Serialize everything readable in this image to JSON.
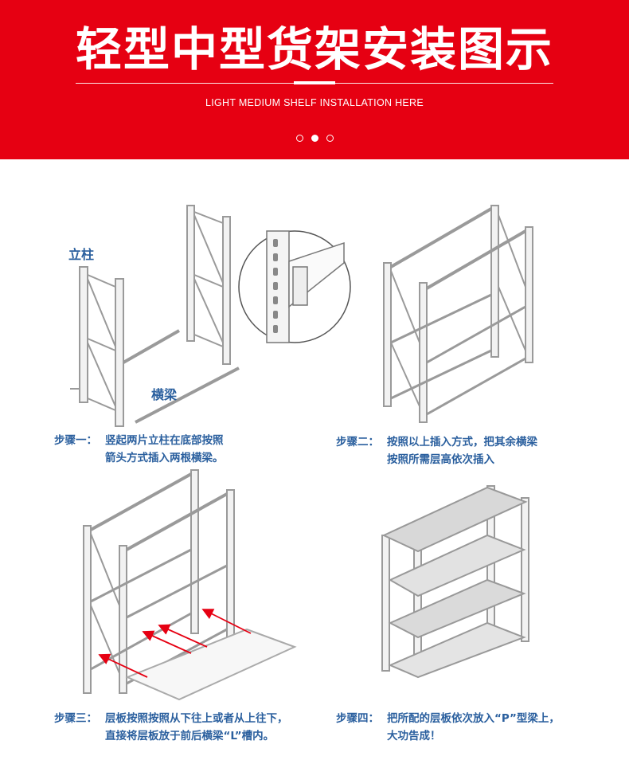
{
  "header": {
    "title": "轻型中型货架安装图示",
    "subtitle": "LIGHT MEDIUM SHELF INSTALLATION HERE",
    "accent_color": "#e60012"
  },
  "labels": {
    "column": "立柱",
    "beam": "横梁"
  },
  "steps": [
    {
      "head": "步骤一：",
      "line1": "竖起两片立柱在底部按照",
      "line2": "箭头方式插入两根横梁。"
    },
    {
      "head": "步骤二：",
      "line1": "按照以上插入方式，把其余横梁",
      "line2": "按照所需层高依次插入"
    },
    {
      "head": "步骤三：",
      "line1": "层板按照按照从下往上或者从上往下，",
      "line2": "直接将层板放于前后横梁“L”槽内。"
    },
    {
      "head": "步骤四：",
      "line1": "把所配的层板依次放入“P”型梁上，",
      "line2": "大功告成！"
    }
  ]
}
